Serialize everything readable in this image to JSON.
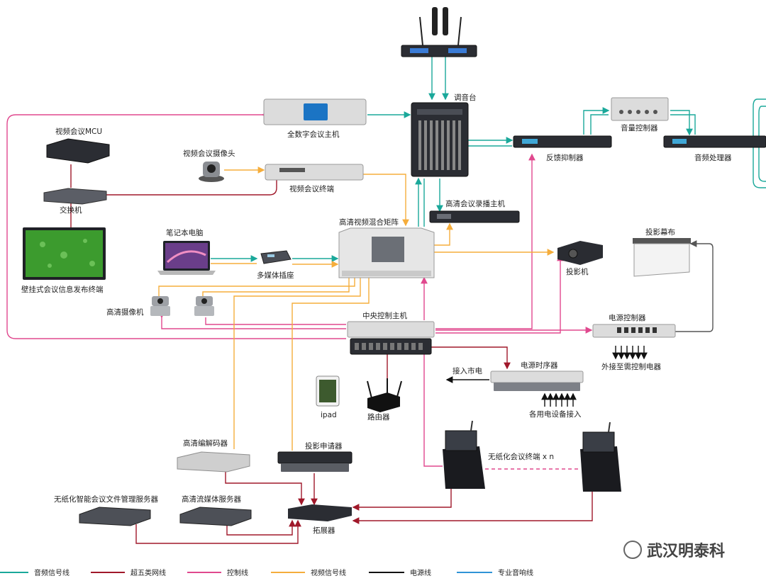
{
  "colors": {
    "audio": "#1aa89a",
    "network": "#a0182a",
    "control": "#e0488e",
    "video": "#f5ad3c",
    "power": "#111111",
    "speaker": "#2f93d6"
  },
  "devices": {
    "wireless_mic": "",
    "mixer": "调音台",
    "digital_host": "全数字会议主机",
    "volume_ctrl": "音量控制器",
    "feedback": "反馈抑制器",
    "audio_proc": "音频处理器",
    "mcu": "视频会议MCU",
    "switch": "交换机",
    "wall_display": "壁挂式会议信息发布终端",
    "vc_camera": "视频会议摄像头",
    "vc_terminal": "视频会议终端",
    "recorder": "高清会议录播主机",
    "matrix": "高清视频混合矩阵",
    "laptop": "笔记本电脑",
    "socket": "多媒体插座",
    "projector": "投影机",
    "screen": "投影幕布",
    "hd_camera": "高清摄像机",
    "central_ctrl": "中央控制主机",
    "power_ctrl": "电源控制器",
    "external_ctrl": "外接至需控制电器",
    "mains": "接入市电",
    "sequencer": "电源时序器",
    "spare_power": "各用电设备接入",
    "ipad": "ipad",
    "router": "路由器",
    "codec": "高清编解码器",
    "proj_applicant": "投影申请器",
    "paperless": "无纸化会议终端 x n",
    "file_server": "无纸化智能会议文件管理服务器",
    "stream_server": "高清流媒体服务器",
    "expander": "拓展器"
  },
  "legend": [
    {
      "label": "音频信号线",
      "color": "#1aa89a"
    },
    {
      "label": "超五类网线",
      "color": "#a0182a"
    },
    {
      "label": "控制线",
      "color": "#e0488e"
    },
    {
      "label": "视频信号线",
      "color": "#f5ad3c"
    },
    {
      "label": "电源线",
      "color": "#111111"
    },
    {
      "label": "专业音响线",
      "color": "#2f93d6"
    }
  ],
  "watermark": "武汉明泰科"
}
